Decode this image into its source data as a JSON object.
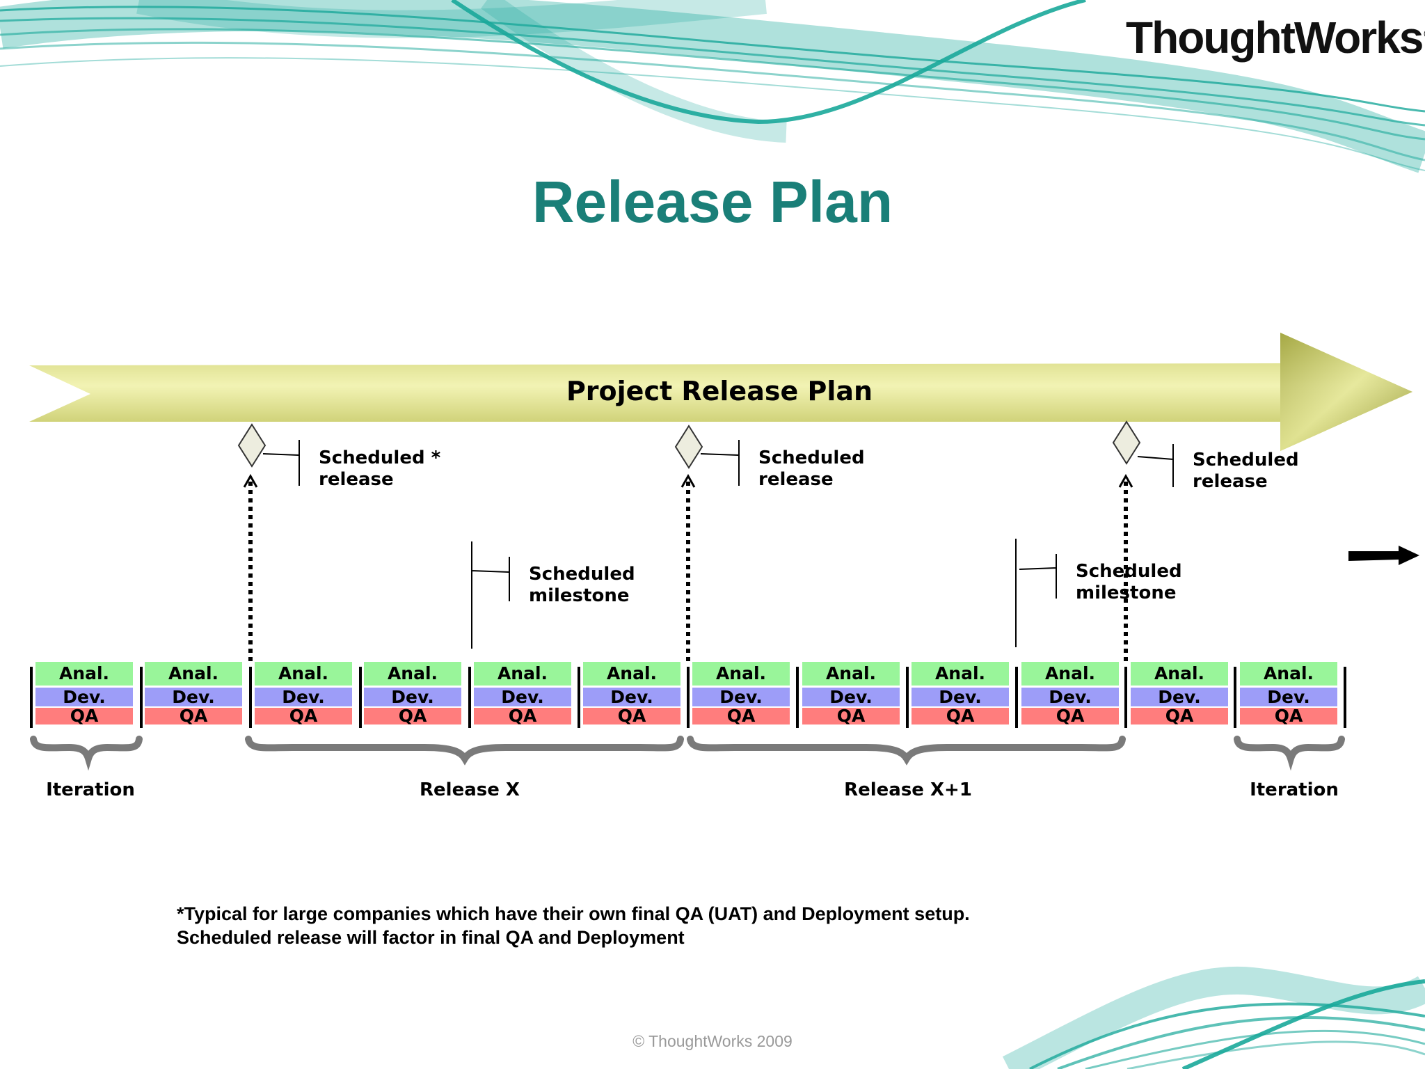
{
  "logo_text": "ThoughtWorks",
  "title": "Release Plan",
  "banner_label": "Project Release Plan",
  "release_markers": [
    {
      "label": "Scheduled *\nrelease"
    },
    {
      "label": "Scheduled\nrelease"
    },
    {
      "label": "Scheduled\nrelease"
    }
  ],
  "milestones": [
    {
      "label": "Scheduled\nmilestone"
    },
    {
      "label": "Scheduled\nmilestone"
    }
  ],
  "iteration_phases": {
    "analysis": "Anal.",
    "development": "Dev.",
    "qa": "QA"
  },
  "iteration_count": 12,
  "groups": [
    {
      "label": "Iteration"
    },
    {
      "label": "Release X"
    },
    {
      "label": "Release X+1"
    },
    {
      "label": "Iteration"
    }
  ],
  "footnote": [
    "*Typical for large companies which have their own final QA (UAT) and Deployment setup.",
    "Scheduled release will factor in final QA and Deployment"
  ],
  "copyright": "© ThoughtWorks 2009",
  "colors": {
    "title": "#1a7f78",
    "analysis": "#99f59a",
    "development": "#9d9df8",
    "qa": "#ff7d7d",
    "banner": "#e8ea9a",
    "swoosh": "#1aa89a"
  }
}
